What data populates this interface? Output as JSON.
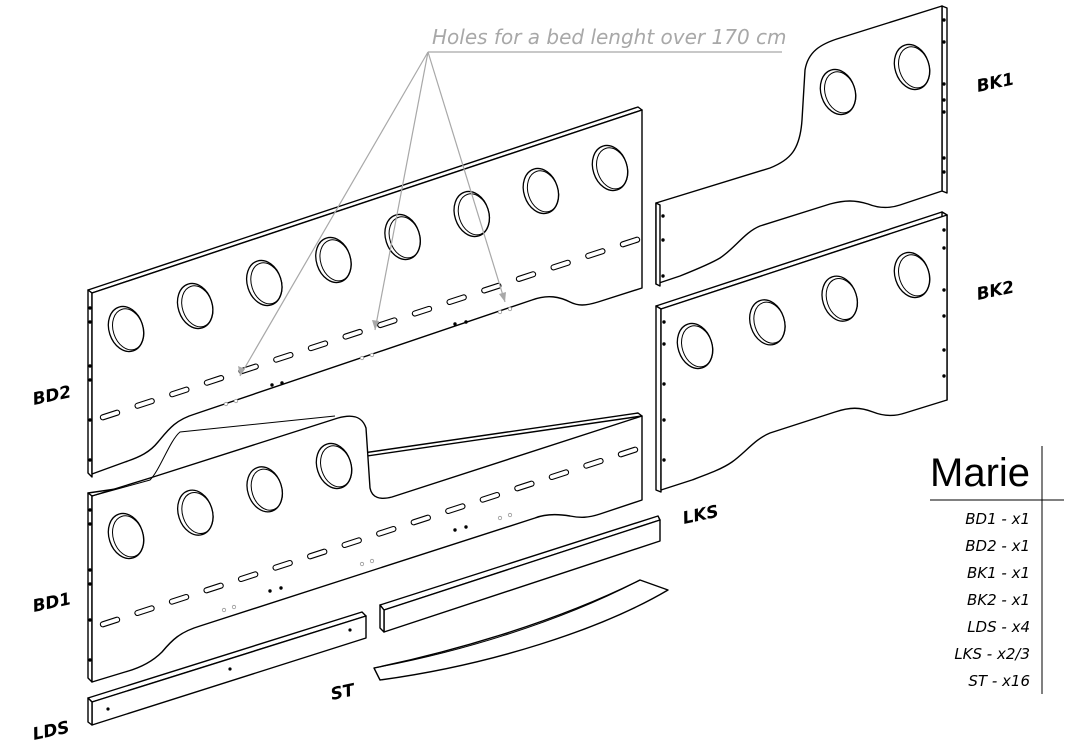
{
  "title": "Marie",
  "note": "Holes for a bed lenght over 170 cm",
  "labels": {
    "bd2": "BD2",
    "bd1": "BD1",
    "bk1": "BK1",
    "bk2": "BK2",
    "lks": "LKS",
    "st": "ST",
    "lds": "LDS"
  },
  "parts_list": [
    "BD1 - x1",
    "BD2 - x1",
    "BK1 - x1",
    "BK2 - x1",
    "LDS - x4",
    "LKS - x2/3",
    "ST - x16"
  ]
}
